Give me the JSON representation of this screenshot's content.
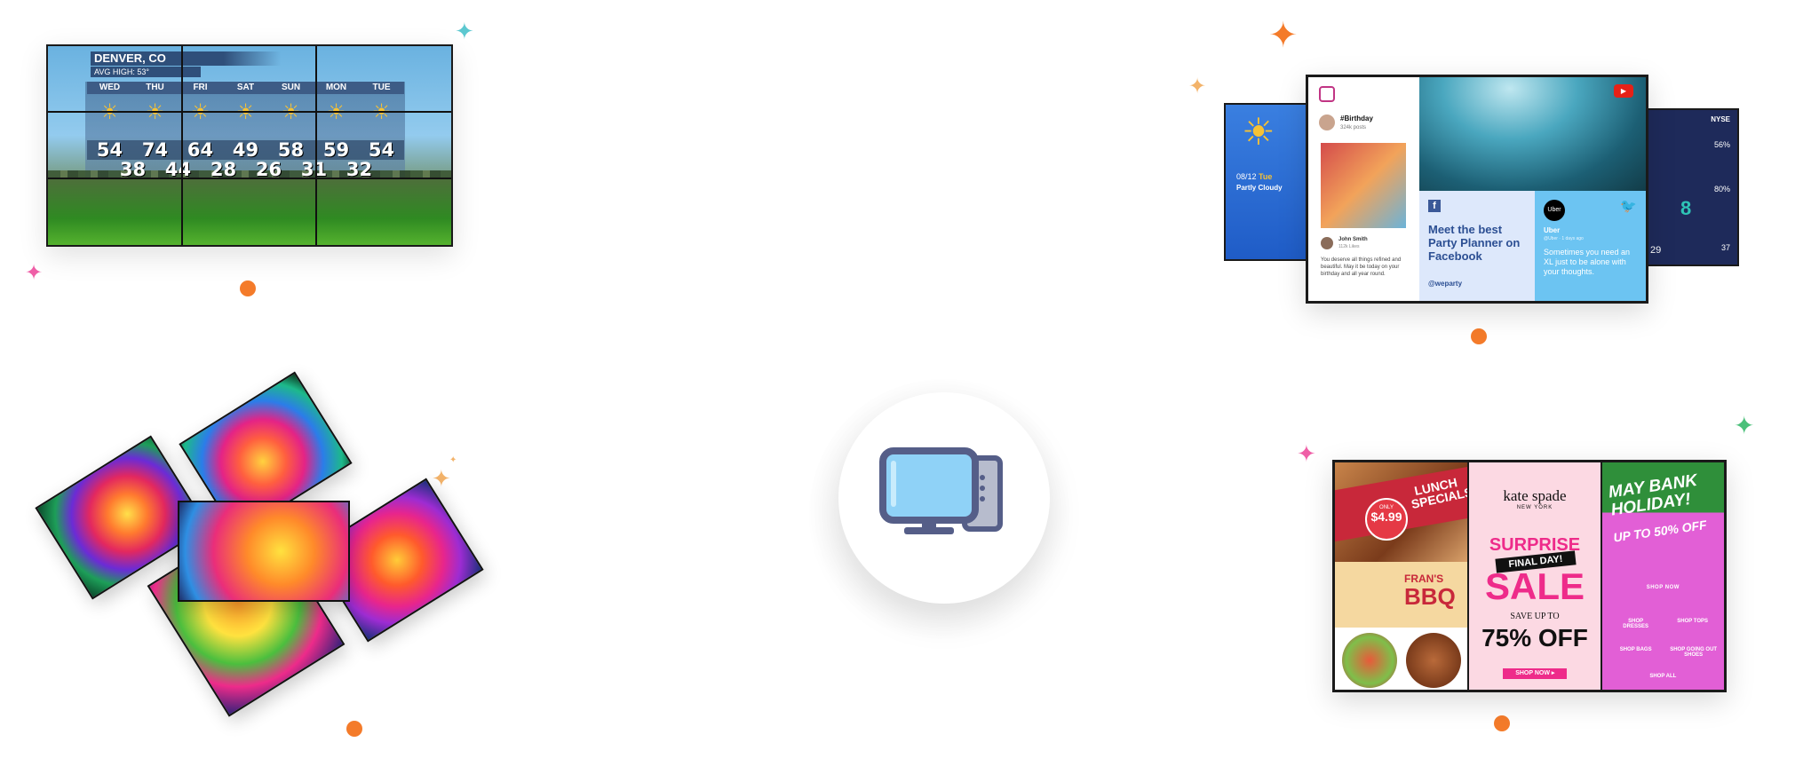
{
  "weather_wall": {
    "city": "DENVER, CO",
    "avg_high": "AVG HIGH: 53°",
    "days": [
      "WED",
      "THU",
      "FRI",
      "SAT",
      "SUN",
      "MON",
      "TUE"
    ],
    "highs": [
      "54",
      "74",
      "64",
      "49",
      "58",
      "59",
      "54"
    ],
    "lows": [
      "38",
      "44",
      "28",
      "26",
      "31",
      "32"
    ]
  },
  "social_wall": {
    "left_panel": {
      "date": "08/12",
      "day": "Tue",
      "condition": "Partly Cloudy"
    },
    "instagram": {
      "hashtag": "#Birthday",
      "posts": "324k posts",
      "user": "John Smith",
      "likes": "112k Likes",
      "caption": "You deserve all things refined and beautiful. May it be today on your birthday and all year round."
    },
    "facebook": {
      "headline": "Meet the best Party Planner on Facebook",
      "handle": "@weparty"
    },
    "twitter": {
      "brand": "Uber",
      "handle": "@Uber · 1 days ago",
      "text": "Sometimes you need an XL just to be alone with your thoughts."
    },
    "right_panel": {
      "label": "NYSE",
      "stats": [
        "56%",
        "80%",
        "8",
        "29",
        "37"
      ]
    }
  },
  "retail_wall": {
    "bbq": {
      "price_label": "ONLY",
      "price": "$4.99",
      "special": "LUNCH SPECIALS",
      "brand_top": "FRAN'S",
      "brand": "BBQ"
    },
    "kate_spade": {
      "brand": "kate spade",
      "city": "NEW YORK",
      "headline": "SURPRISE",
      "ribbon": "FINAL DAY!",
      "sale": "SALE",
      "save": "SAVE UP TO",
      "discount": "75% OFF",
      "cta": "SHOP NOW ▸"
    },
    "may_bank": {
      "headline": "MAY BANK HOLIDAY!",
      "offer": "UP TO 50% OFF",
      "cta_1": "SHOP NOW",
      "links": [
        "SHOP DRESSES",
        "SHOP TOPS",
        "SHOP BAGS",
        "SHOP GOING OUT SHOES"
      ],
      "cta_2": "SHOP ALL"
    }
  },
  "center_icon": "computer-icon",
  "colors": {
    "accent_orange": "#f47b2a",
    "sparkle_teal": "#5cc8d0",
    "sparkle_pink": "#ef5fa7",
    "sparkle_green": "#4bc07a",
    "monitor_blue": "#8fd2f7",
    "monitor_frame": "#555e88"
  }
}
